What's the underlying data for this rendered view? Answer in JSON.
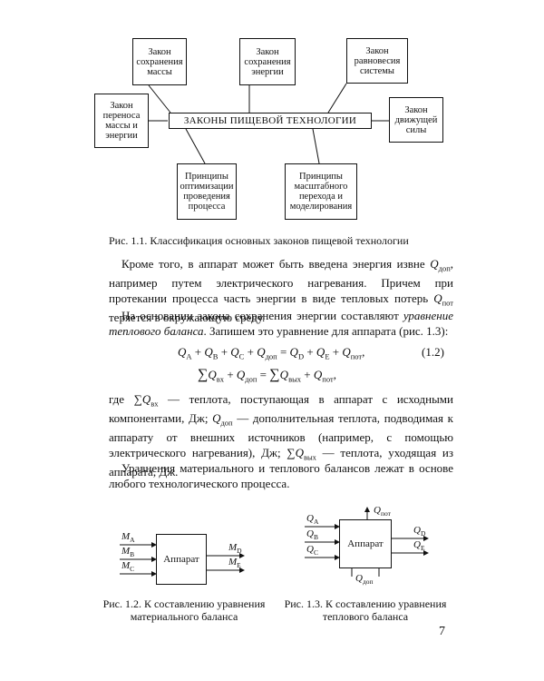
{
  "diagram": {
    "center": "ЗАКОНЫ ПИЩЕВОЙ ТЕХНОЛОГИИ",
    "boxes": {
      "mass": "Закон\nсохранения\nмассы",
      "energy": "Закон\nсохранения\nэнергии",
      "equilibrium": "Закон\nравновесия\nсистемы",
      "transfer": "Закон\nпереноса\nмассы и\nэнергии",
      "driving": "Закон\nдвижущей\nсилы",
      "optimization": "Принципы\nоптимизации\nпроведения\nпроцесса",
      "scaling": "Принципы\nмасштабного\nперехода и\nмоделирования"
    }
  },
  "fig11_caption": "Рис. 1.1. Классификация основных законов пищевой технологии",
  "para1": {
    "t1": "Кроме того, в аппарат может быть введена энергия извне ",
    "sym1": "Q",
    "sub1": "доп",
    "t2": ", например путем электрического нагревания. Причем при протекании процесса часть энергии в виде тепловых потерь ",
    "sym2": "Q",
    "sub2": "пот",
    "t3": " теряется в окружающую среду."
  },
  "para2": {
    "t1": "На основании закона сохранения энергии составляют ",
    "emph": "уравнение теплового баланса",
    "t2": ". Запишем это уравнение для аппарата (рис. 1.3):"
  },
  "equation1": "Q_A + Q_B + Q_C + Q_доп = Q_D + Q_E + Q_пот,",
  "equation1_number": "(1.2)",
  "equation2": "∑Q_вх + Q_доп = ∑Q_вых + Q_пот,",
  "para3": {
    "t1": "где ",
    "t2": " — теплота, поступающая в аппарат с исходными компонентами, Дж; ",
    "t3": " — дополнительная теплота, подводимая к аппарату от внешних источников (например, с помощью электрического нагревания), Дж; ",
    "t4": " — теплота, уходящая из аппарата, Дж."
  },
  "para4": "Уравнения материального и теплового балансов лежат в основе любого технологического процесса.",
  "fig12": {
    "box_label": "Аппарат",
    "inputs": [
      {
        "s": "M",
        "sub": "A"
      },
      {
        "s": "M",
        "sub": "B"
      },
      {
        "s": "M",
        "sub": "C"
      }
    ],
    "outputs": [
      {
        "s": "M",
        "sub": "D"
      },
      {
        "s": "M",
        "sub": "E"
      }
    ],
    "caption": "Рис. 1.2. К составлению уравнения\nматериального баланса"
  },
  "fig13": {
    "box_label": "Аппарат",
    "inputs": [
      {
        "s": "Q",
        "sub": "A"
      },
      {
        "s": "Q",
        "sub": "B"
      },
      {
        "s": "Q",
        "sub": "C"
      }
    ],
    "outputs": [
      {
        "s": "Q",
        "sub": "D"
      },
      {
        "s": "Q",
        "sub": "E"
      }
    ],
    "loss": {
      "s": "Q",
      "sub": "пот"
    },
    "extra": {
      "s": "Q",
      "sub": "доп"
    },
    "caption": "Рис. 1.3. К составлению уравнения\nтеплового баланса"
  },
  "page_number": "7"
}
